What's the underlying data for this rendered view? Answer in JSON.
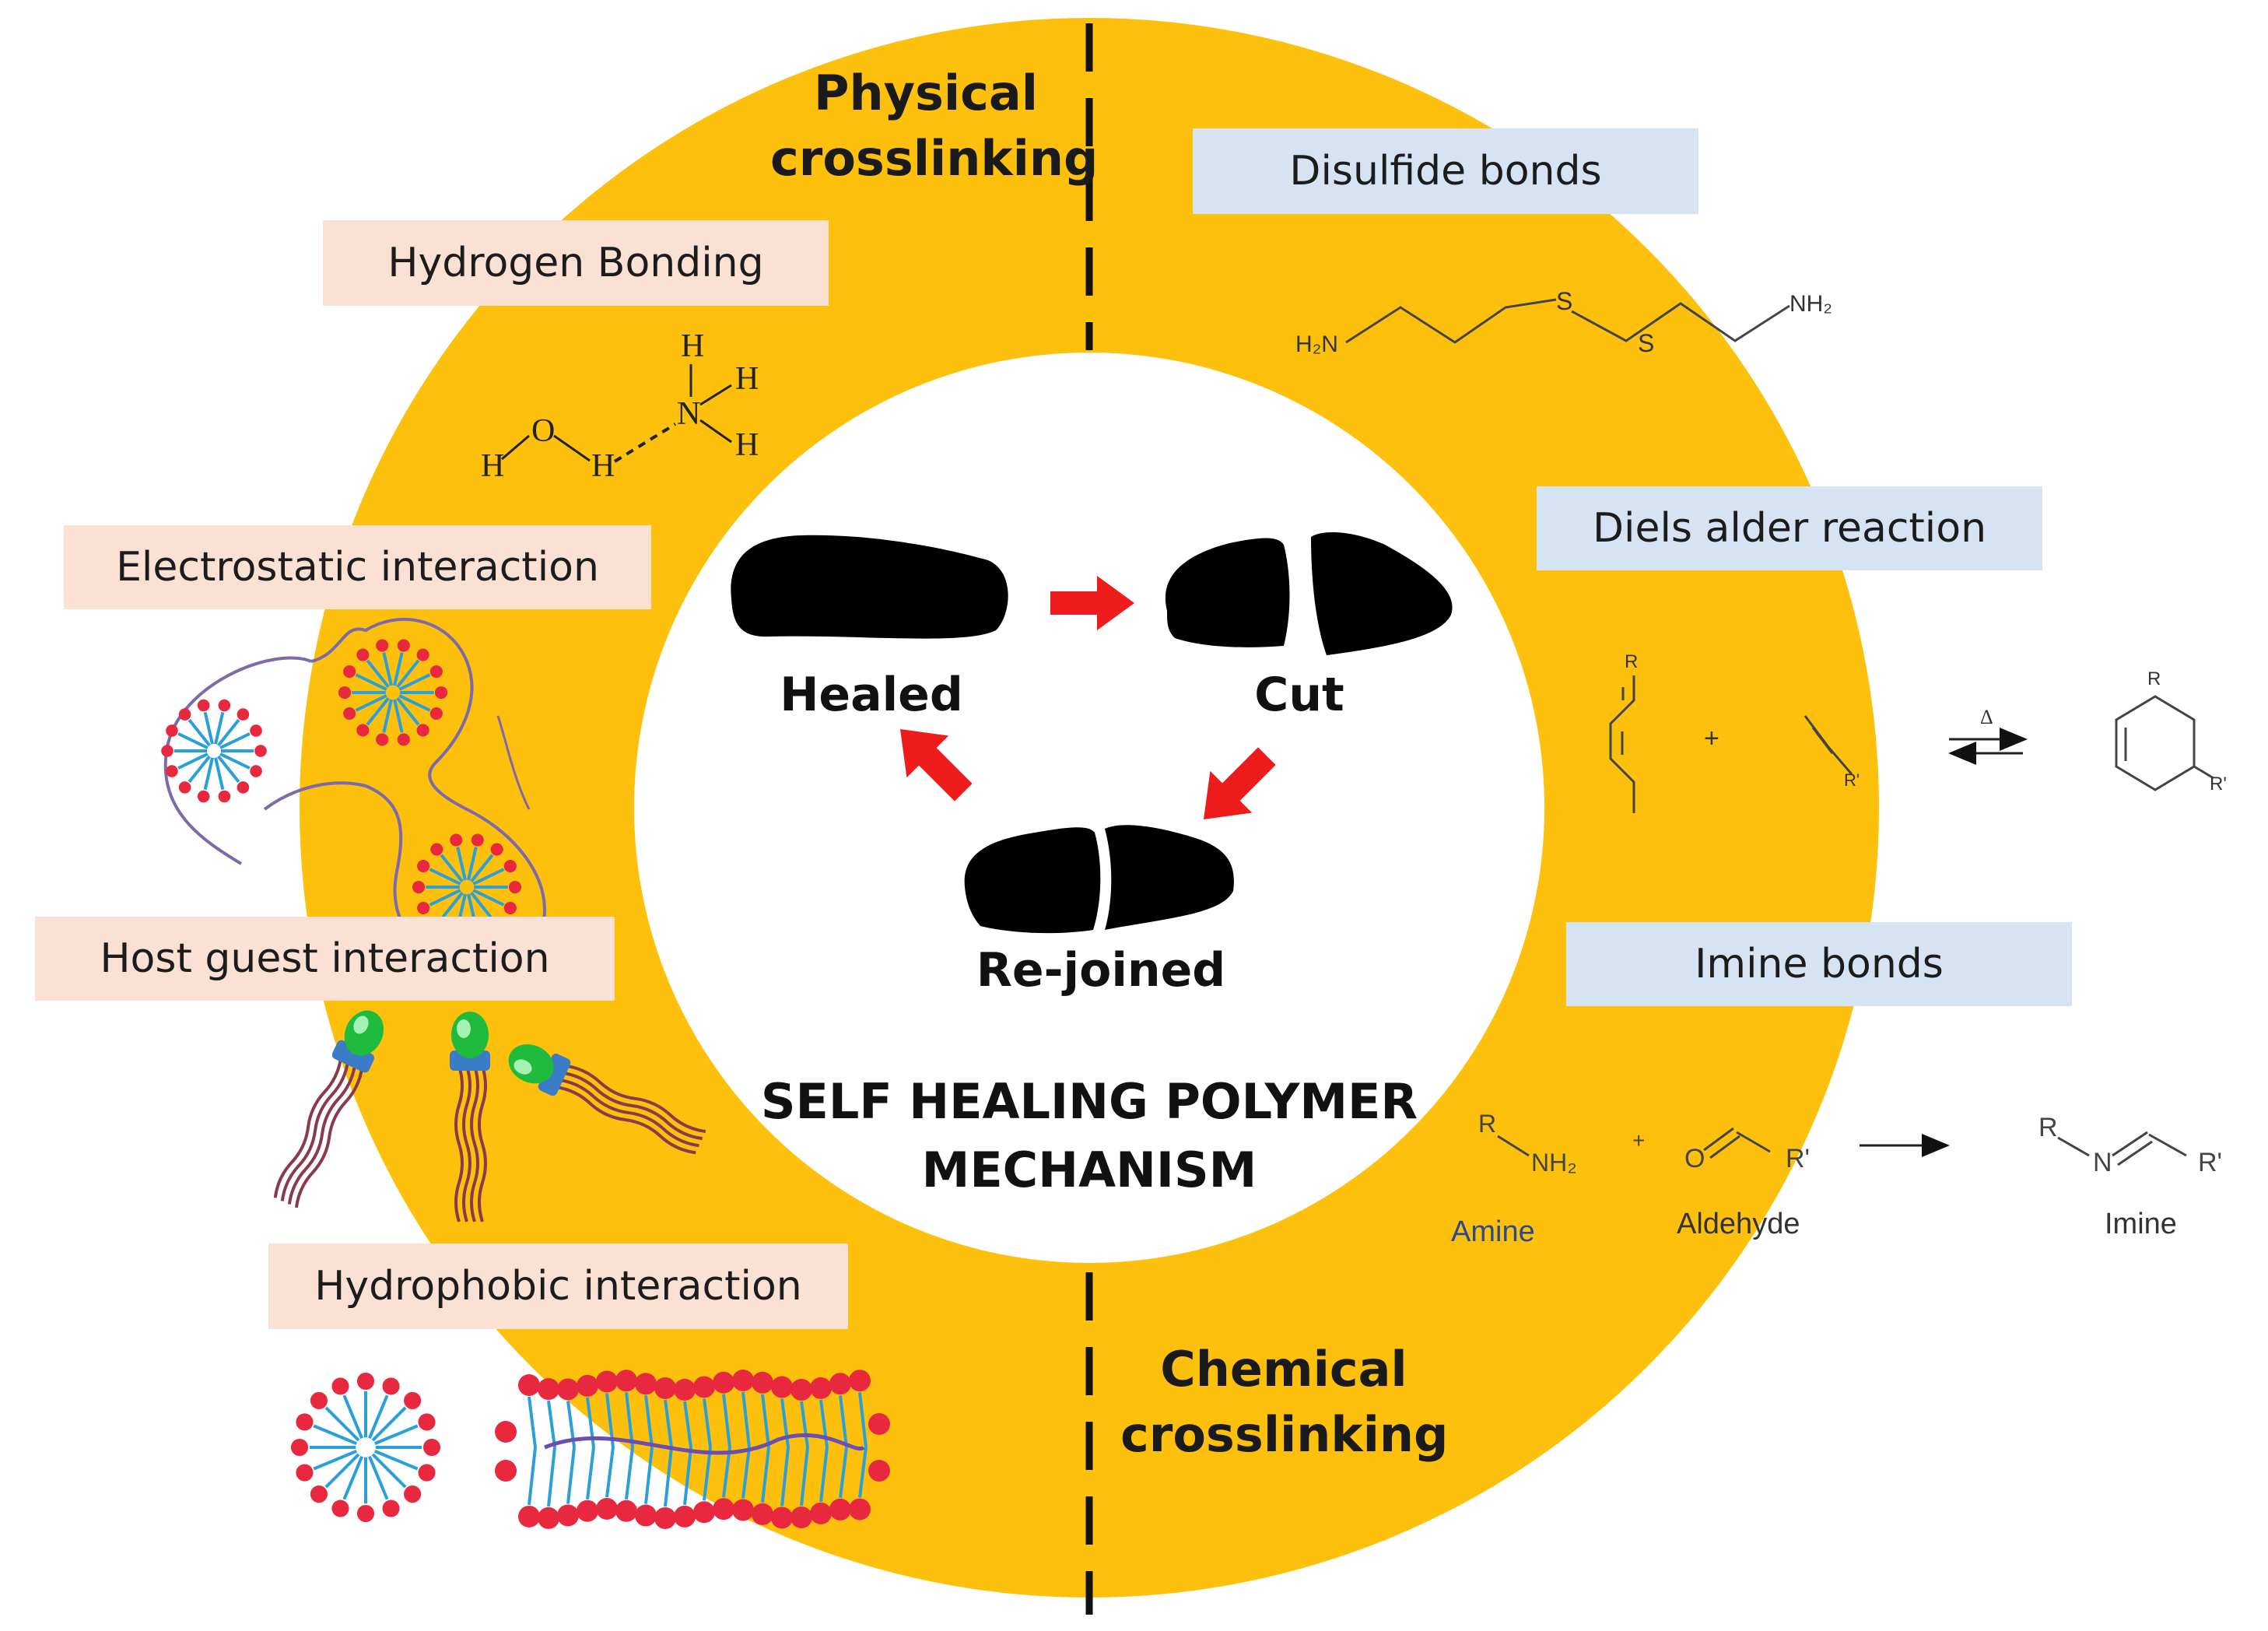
{
  "center": {
    "title_line1": "SELF HEALING POLYMER",
    "title_line2": "MECHANISM",
    "stages": {
      "healed": "Healed",
      "cut": "Cut",
      "rejoined": "Re-joined"
    }
  },
  "physical": {
    "heading_line1": "Physical",
    "heading_line2": "crosslinking",
    "labels": {
      "hydrogen": "Hydrogen Bonding",
      "electrostatic": "Electrostatic interaction",
      "host_guest": "Host guest interaction",
      "hydrophobic": "Hydrophobic interaction"
    }
  },
  "chemical": {
    "heading_line1": "Chemical",
    "heading_line2": "crosslinking",
    "labels": {
      "disulfide": "Disulfide bonds",
      "diels_alder": "Diels alder reaction",
      "imine": "Imine bonds"
    }
  },
  "structures": {
    "hbond": {
      "h": "H",
      "o": "O",
      "n": "N"
    },
    "disulfide": {
      "left": "H₂N",
      "s": "S",
      "right": "NH₂"
    },
    "diels_alder": {
      "r": "R",
      "r_prime": "R'",
      "plus": "+",
      "delta": "Δ"
    },
    "imine": {
      "r": "R",
      "nh2": "NH₂",
      "o": "O",
      "r_prime": "R'",
      "n": "N",
      "plus": "+",
      "amine": "Amine",
      "aldehyde": "Aldehyde",
      "imine": "Imine"
    }
  },
  "colors": {
    "ring": "#fdc10d",
    "arrow": "#ee1c1c",
    "phys_label_bg": "#fbe0d4",
    "chem_label_bg": "#d6e3f2",
    "micelle_head": "#e8283f",
    "micelle_tail": "#2a9fd8"
  }
}
